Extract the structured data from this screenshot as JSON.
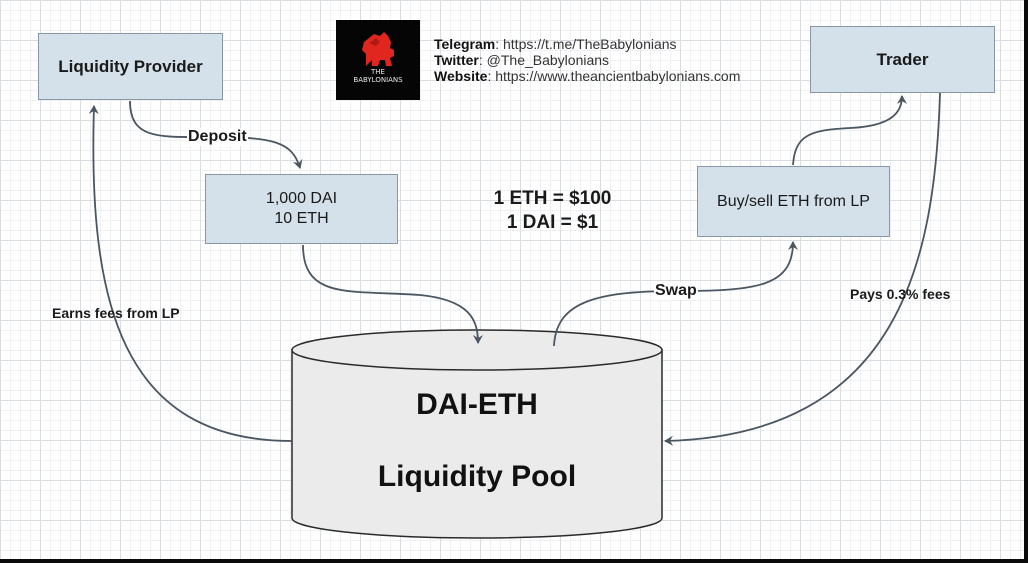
{
  "nodes": {
    "liquidity_provider": "Liquidity Provider",
    "trader": "Trader",
    "deposit_box": [
      "1,000 DAI",
      "10 ETH"
    ],
    "buy_sell_box": "Buy/sell ETH from LP"
  },
  "edge_labels": {
    "deposit": "Deposit",
    "swap": "Swap",
    "earns": "Earns fees from LP",
    "pays": "Pays 0.3% fees"
  },
  "rates": [
    "1 ETH = $100",
    "1 DAI = $1"
  ],
  "pool": {
    "line1": "DAI-ETH",
    "line2": "Liquidity Pool"
  },
  "logo": {
    "line1": "THE",
    "line2": "BABYLONIANS"
  },
  "social": [
    {
      "label": "Telegram",
      "value": ": https://t.me/TheBabylonians"
    },
    {
      "label": "Twitter",
      "value": ": @The_Babylonians"
    },
    {
      "label": "Website",
      "value": ": https://www.theancientbabylonians.com"
    }
  ],
  "colors": {
    "box_fill": "#d4e1ea",
    "box_border": "#8797a5",
    "edge": "#4a5661",
    "logo_red": "#e0261f"
  }
}
